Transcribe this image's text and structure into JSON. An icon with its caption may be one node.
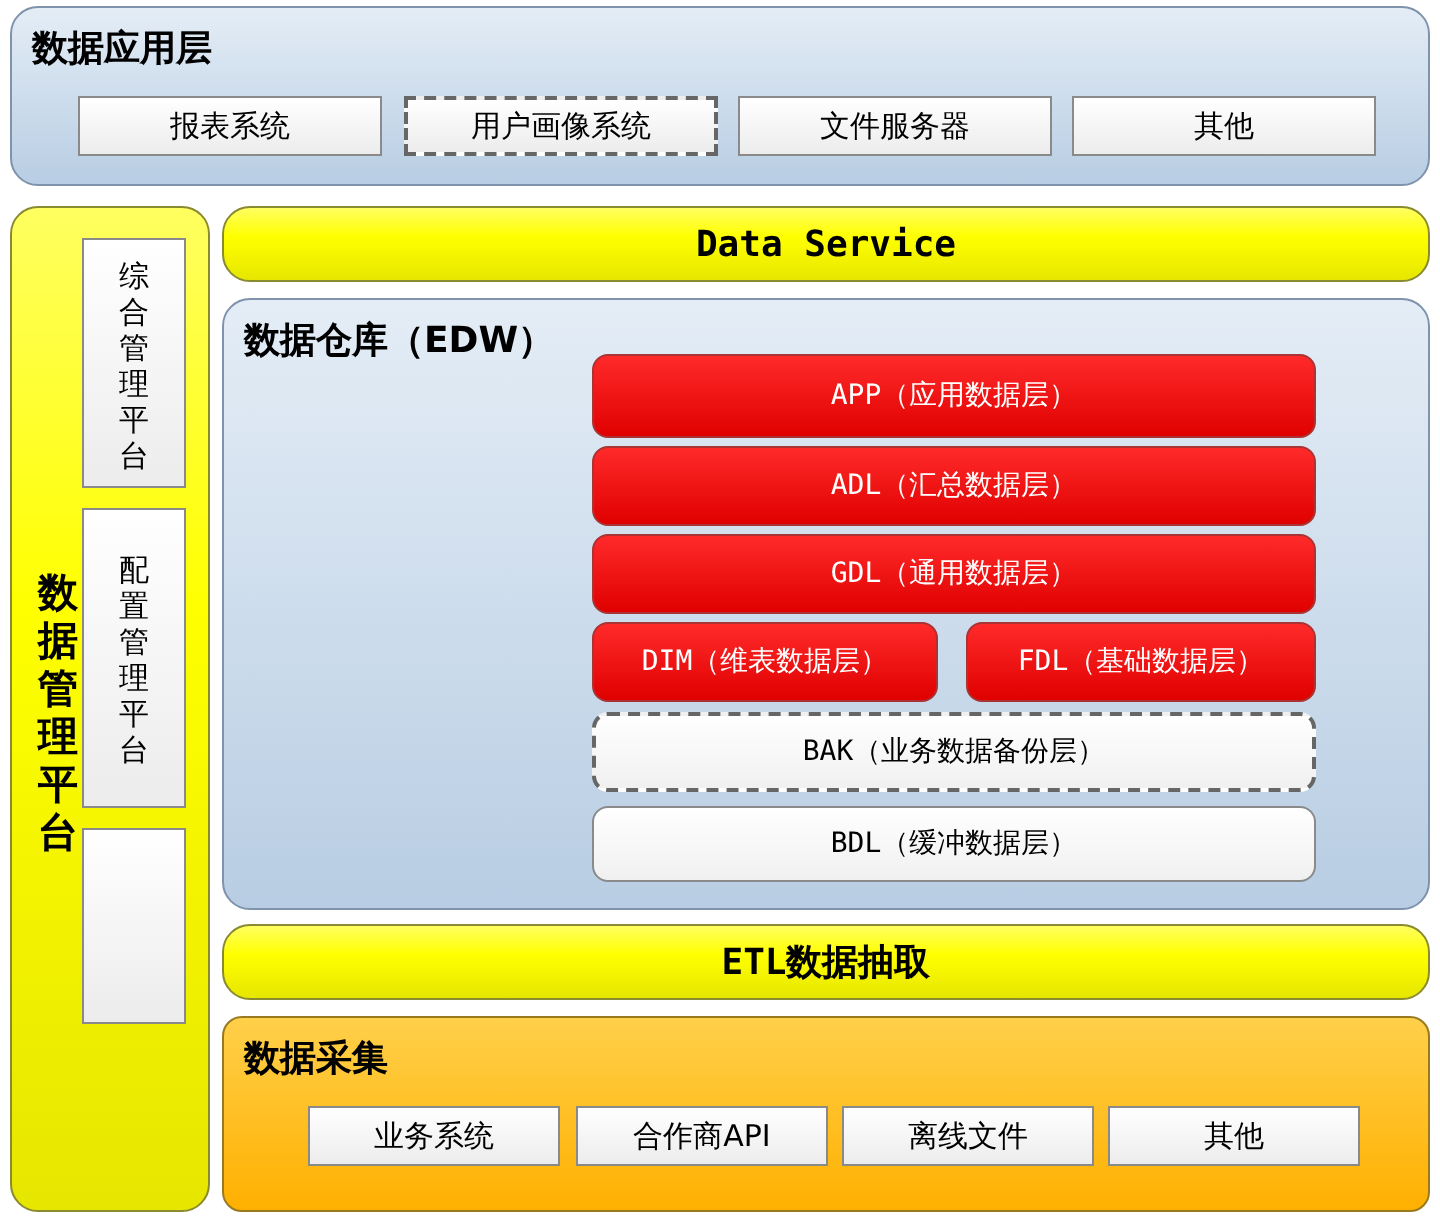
{
  "diagram": {
    "nodes": [
      {
        "text": [
          "数据应用层"
        ]
      },
      {
        "text": [
          "报表系统"
        ],
        "in": 0
      },
      {
        "text": [
          "用户画像系统"
        ],
        "in": 0
      },
      {
        "text": [
          "文件服务器"
        ],
        "in": 0
      },
      {
        "text": [
          "其他"
        ],
        "in": 0
      },
      {
        "text": [
          "数据管理平台"
        ]
      },
      {
        "text": [
          "综合管理平台"
        ],
        "in": 5
      },
      {
        "text": [
          "配置管理平台"
        ],
        "in": 5
      },
      {
        "text": [],
        "shape": "box",
        "in": 5
      },
      {
        "text": [
          "Data Service"
        ]
      },
      {
        "text": [
          "数据仓库（EDW）"
        ]
      },
      {
        "text": [
          "APP（应用数据层）"
        ],
        "in": 10
      },
      {
        "text": [
          "ADL（汇总数据层）"
        ],
        "in": 10
      },
      {
        "text": [
          "GDL（通用数据层）"
        ],
        "in": 10
      },
      {
        "text": [
          "DIM（维表数据层）"
        ],
        "in": 10
      },
      {
        "text": [
          "FDL（基础数据层）"
        ],
        "in": 10
      },
      {
        "text": [
          "BAK（业务数据备份层）"
        ],
        "in": 10
      },
      {
        "text": [
          "BDL（缓冲数据层）"
        ],
        "in": 10
      },
      {
        "text": [
          "ETL数据抽取"
        ]
      },
      {
        "text": [
          "数据采集"
        ]
      },
      {
        "text": [
          "业务系统"
        ],
        "in": 19
      },
      {
        "text": [
          "合作商API"
        ],
        "in": 19
      },
      {
        "text": [
          "离线文件"
        ],
        "in": 19
      },
      {
        "text": [
          "其他"
        ],
        "in": 19
      }
    ]
  }
}
